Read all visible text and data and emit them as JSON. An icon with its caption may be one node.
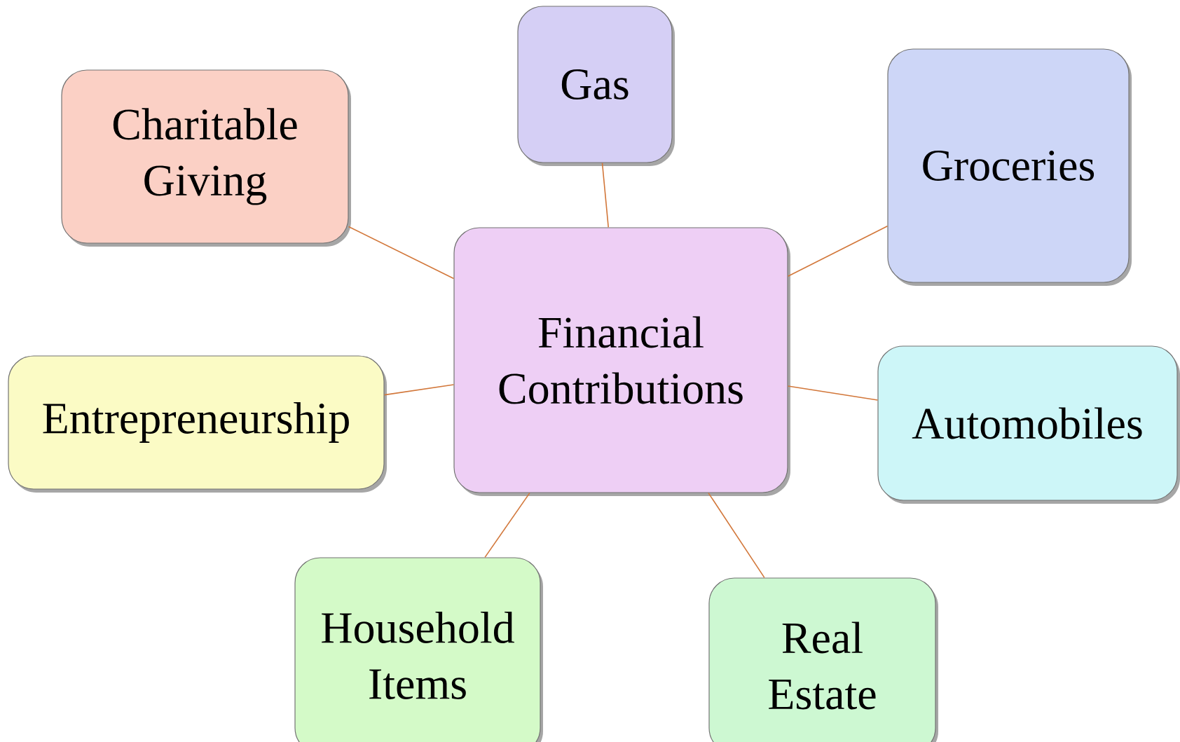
{
  "diagram": {
    "nodes": [
      {
        "text": [
          "Financial Contributions"
        ]
      },
      {
        "text": [
          "Gas"
        ]
      },
      {
        "text": [
          "Charitable Giving"
        ]
      },
      {
        "text": [
          "Groceries"
        ]
      },
      {
        "text": [
          "Entrepreneurship"
        ]
      },
      {
        "text": [
          "Automobiles"
        ]
      },
      {
        "text": [
          "Household Items"
        ]
      },
      {
        "text": [
          "Real Estate"
        ]
      }
    ],
    "edges": [
      {
        "from": 0,
        "to": 1,
        "arrow": "none"
      },
      {
        "from": 0,
        "to": 2,
        "arrow": "none"
      },
      {
        "from": 0,
        "to": 3,
        "arrow": "none"
      },
      {
        "from": 0,
        "to": 4,
        "arrow": "none"
      },
      {
        "from": 0,
        "to": 5,
        "arrow": "none"
      },
      {
        "from": 0,
        "to": 6,
        "arrow": "none"
      },
      {
        "from": 0,
        "to": 7,
        "arrow": "none"
      }
    ]
  }
}
